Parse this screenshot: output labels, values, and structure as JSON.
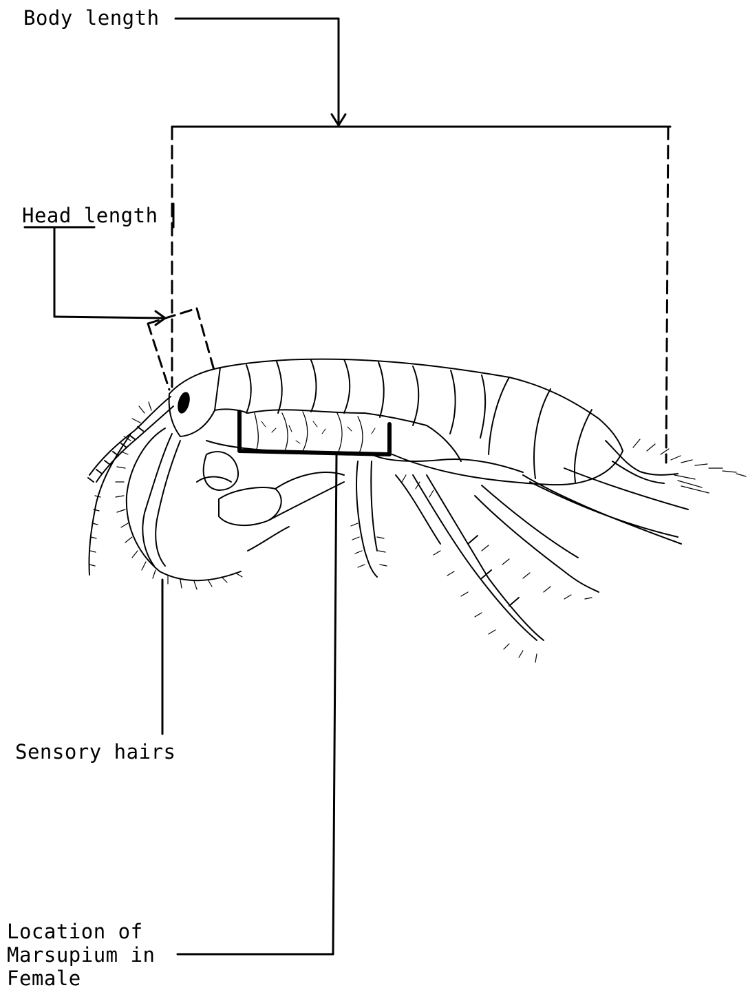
{
  "labels": {
    "body_length": "Body length",
    "head_length": "Head length",
    "sensory_hairs": "Sensory hairs",
    "marsupium": [
      "Location of",
      "Marsupium in",
      "Female"
    ]
  },
  "colors": {
    "ink": "#000000",
    "paper": "#ffffff"
  }
}
